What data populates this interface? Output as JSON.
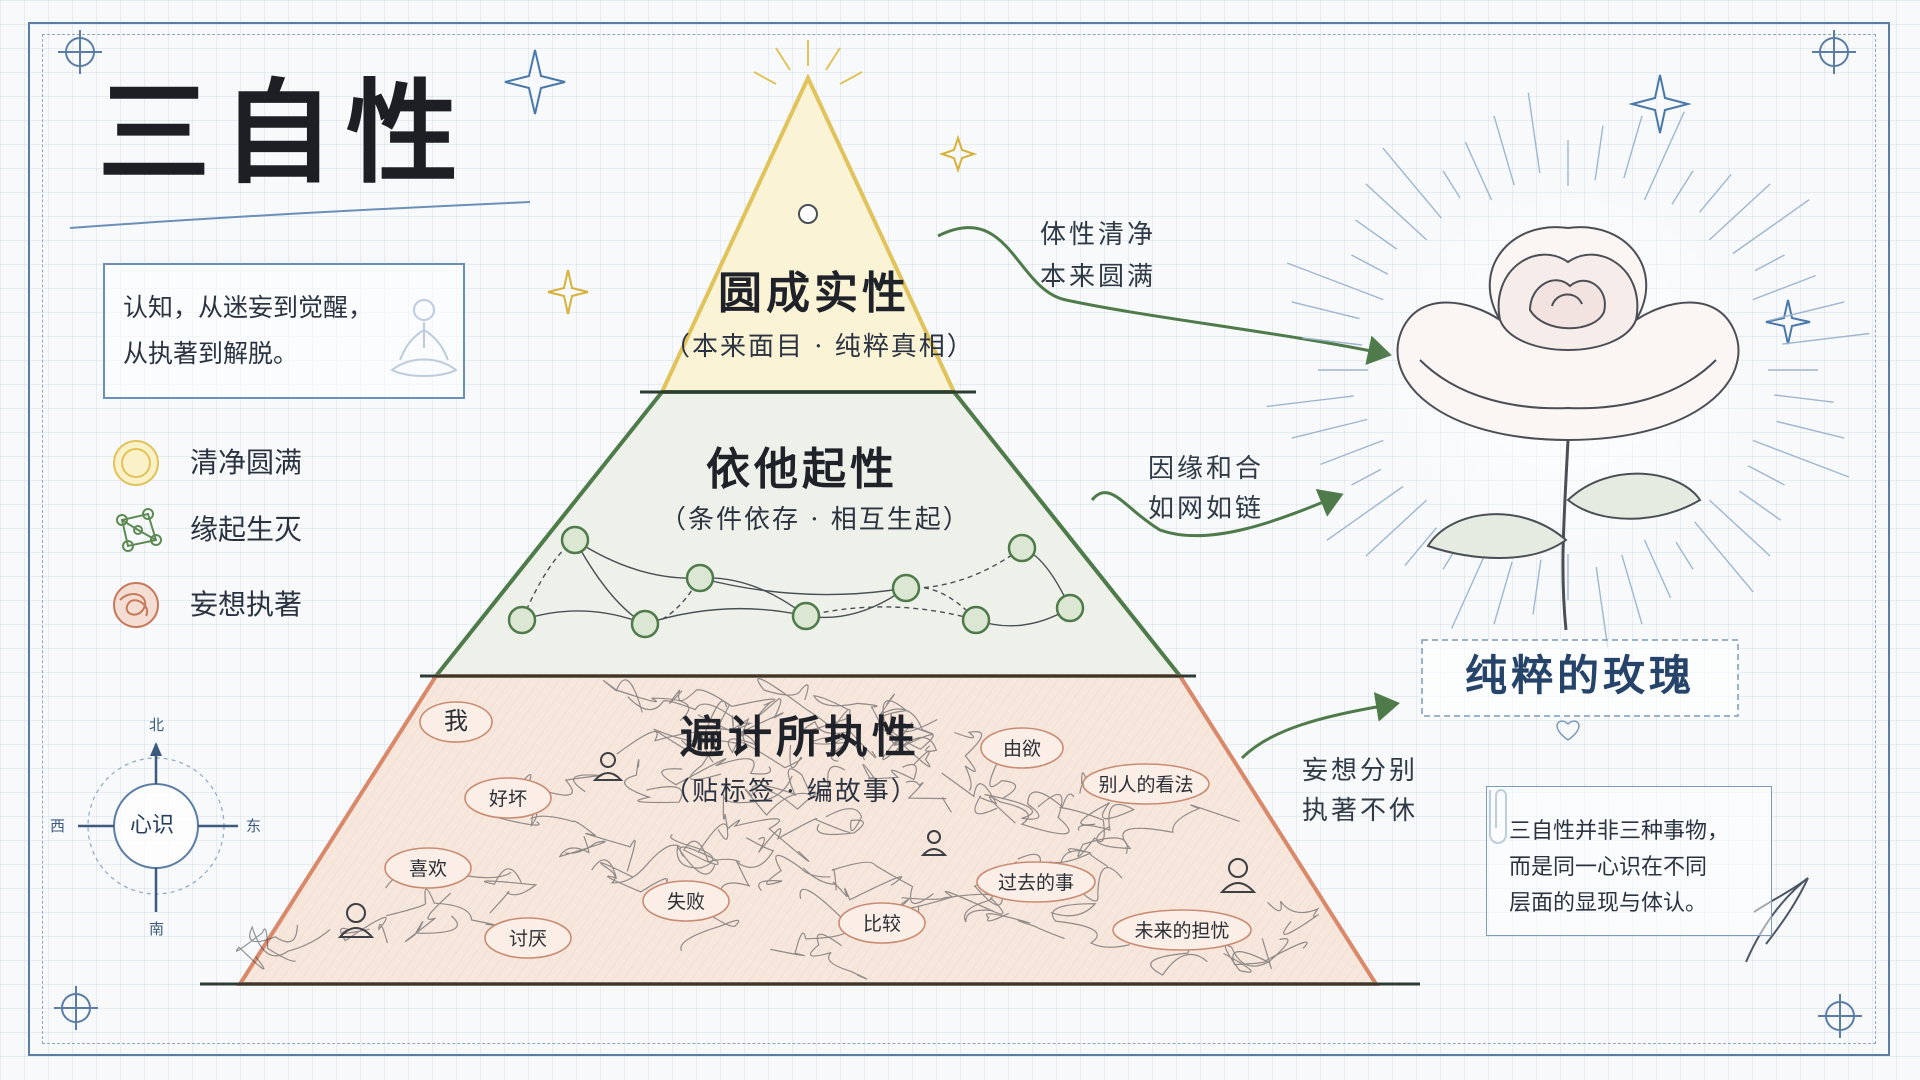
{
  "title": "三自性",
  "intro": {
    "line1": "认知，从迷妄到觉醒，",
    "line2": "从执著到解脱。"
  },
  "legend": [
    {
      "label": "清净圆满",
      "icon": "sun-circle-icon",
      "color": "#e0c35a"
    },
    {
      "label": "缘起生灭",
      "icon": "network-icon",
      "color": "#5d8a53"
    },
    {
      "label": "妄想执著",
      "icon": "tangle-icon",
      "color": "#c77a5b"
    }
  ],
  "levels": {
    "top": {
      "title": "圆成实性",
      "subtitle": "（本来面目 · 纯粹真相）",
      "color": "#e8cf6a",
      "fill": "#faf3d6"
    },
    "middle": {
      "title": "依他起性",
      "subtitle": "（条件依存 · 相互生起）",
      "color": "#4f7a4a",
      "fill": "#eef1ea"
    },
    "bottom": {
      "title": "遍计所执性",
      "subtitle": "（贴标签 · 编故事）",
      "color": "#d9886a",
      "fill": "#f6e6dc"
    }
  },
  "bottom_bubbles": [
    "我",
    "好坏",
    "喜欢",
    "讨厌",
    "失败",
    "比较",
    "由欲",
    "别人的看法",
    "过去的事",
    "未来的担忧"
  ],
  "side_notes": {
    "top": {
      "line1": "体性清净",
      "line2": "本来圆满"
    },
    "middle": {
      "line1": "因缘和合",
      "line2": "如网如链"
    },
    "bottom": {
      "line1": "妄想分别",
      "line2": "执著不休"
    }
  },
  "rose": {
    "caption": "纯粹的玫瑰",
    "icon": "rose-icon"
  },
  "note": {
    "line1": "三自性并非三种事物，",
    "line2": "而是同一心识在不同",
    "line3": "层面的显现与体认。"
  },
  "compass": {
    "north": "北",
    "south": "南",
    "east": "东",
    "west": "西",
    "center": "心识"
  },
  "colors": {
    "ink": "#2b3340",
    "frame": "#5b7da3",
    "green": "#4f7a4a",
    "orange": "#d9886a",
    "gold": "#e8cf6a"
  }
}
